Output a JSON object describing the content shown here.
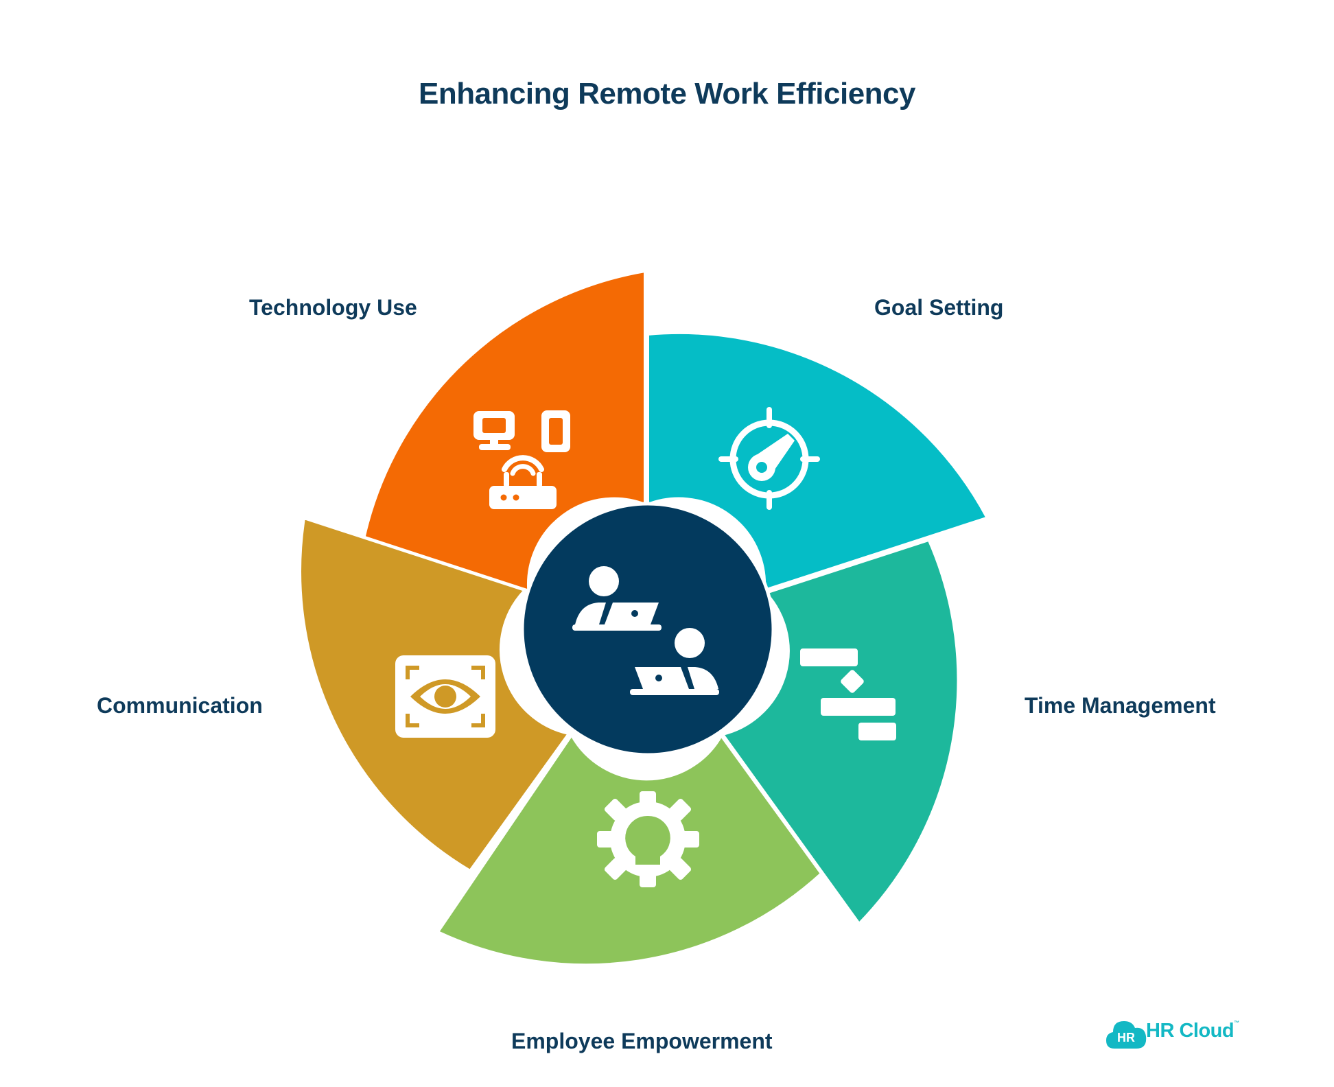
{
  "title": "Enhancing Remote Work Efficiency",
  "segments": [
    {
      "label": "Technology Use",
      "color": "#f46a04",
      "icon": "devices-router-icon"
    },
    {
      "label": "Goal Setting",
      "color": "#05bdc6",
      "icon": "target-gauge-icon"
    },
    {
      "label": "Time Management",
      "color": "#1db89c",
      "icon": "gantt-timeline-icon"
    },
    {
      "label": "Employee Empowerment",
      "color": "#8dc45a",
      "icon": "gear-lightbulb-icon"
    },
    {
      "label": "Communication",
      "color": "#cf9926",
      "icon": "eye-frame-icon"
    }
  ],
  "center": {
    "color": "#033a5e",
    "icon": "remote-workers-laptops-icon"
  },
  "logo": {
    "badge": "HR",
    "text": "HR Cloud",
    "mark": "™",
    "color": "#13b8c4"
  }
}
